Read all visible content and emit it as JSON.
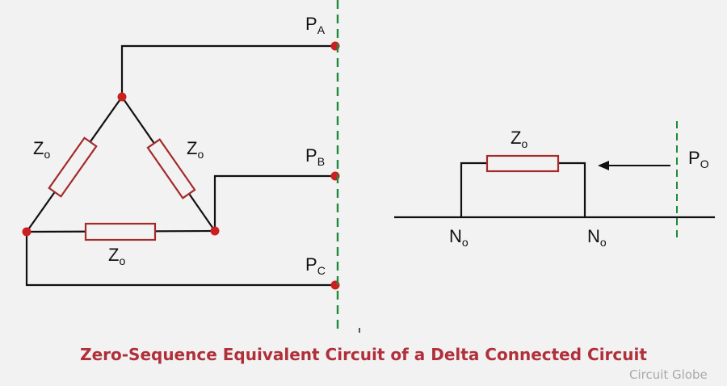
{
  "labels": {
    "z": "Z",
    "z_sub": "o",
    "p": "P",
    "pa_sub": "A",
    "pb_sub": "B",
    "pc_sub": "C",
    "po_sub": "O",
    "n": "N",
    "n_sub": "o"
  },
  "caption": "Zero-Sequence Equivalent Circuit of a Delta Connected Circuit",
  "watermark": "Circuit Globe",
  "colors": {
    "wire": "#111111",
    "resistor": "#a52a2a",
    "node": "#cc1f1f",
    "dashed": "#1f8a3c",
    "caption": "#b0303a"
  }
}
